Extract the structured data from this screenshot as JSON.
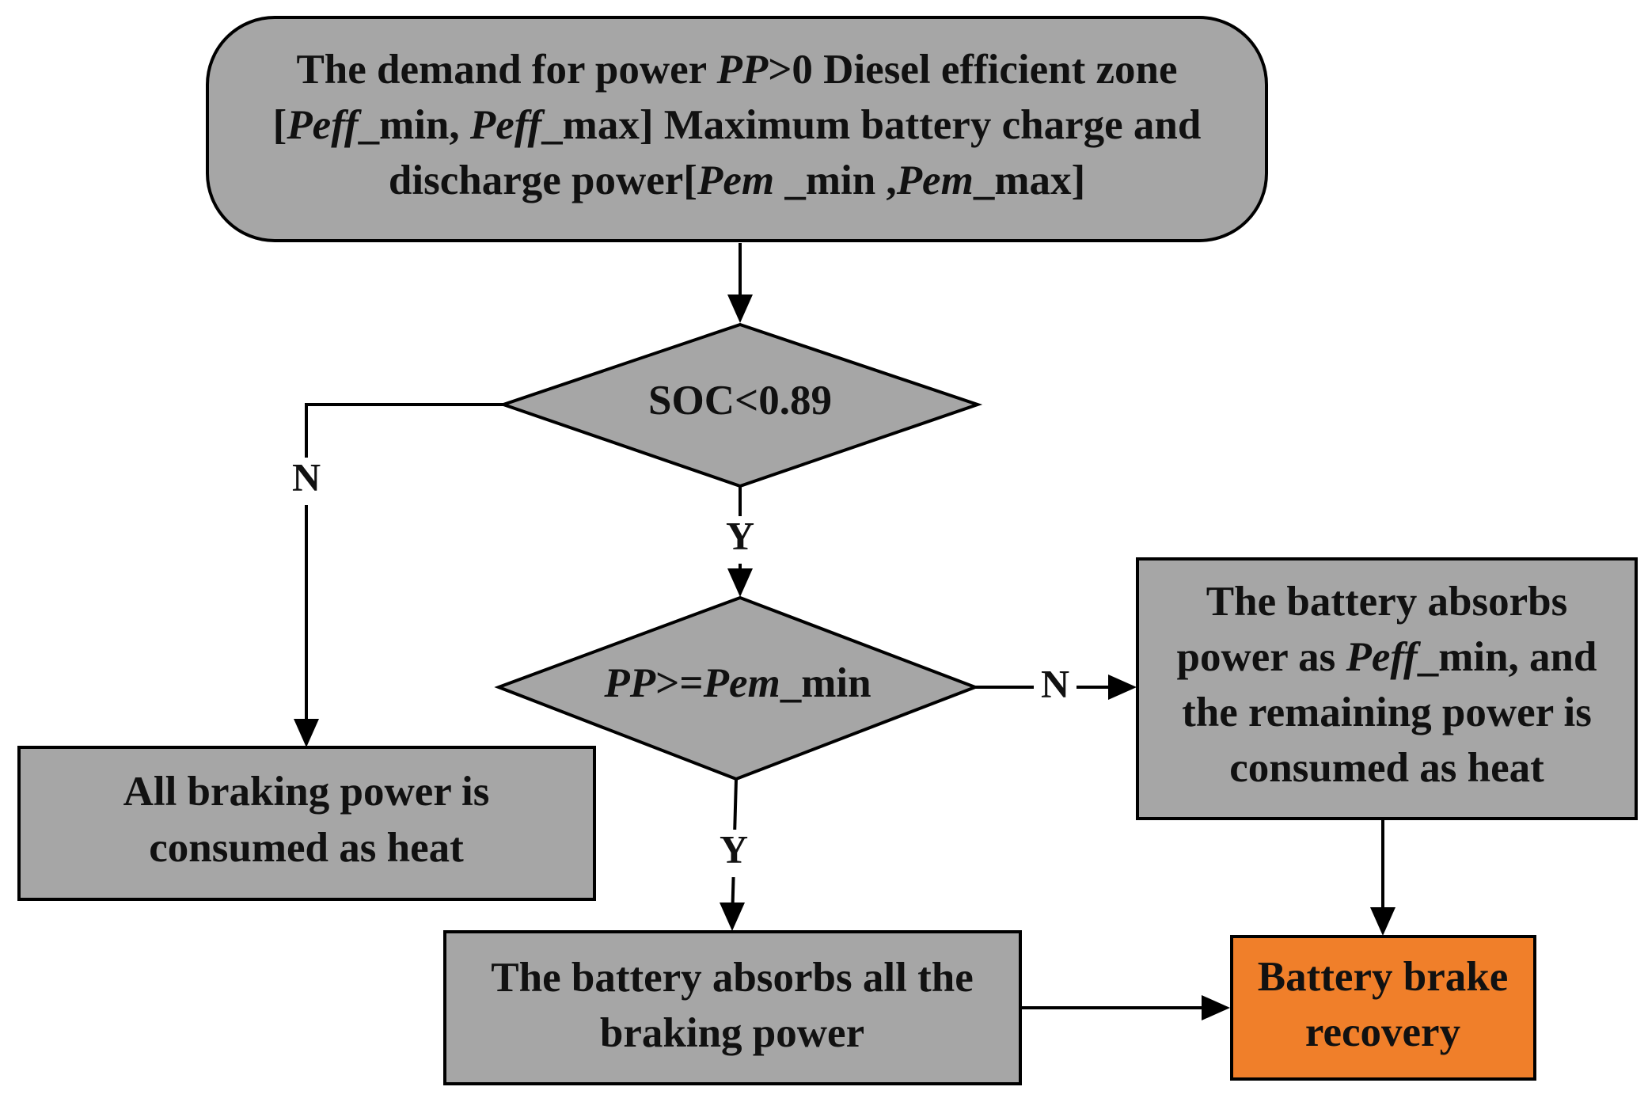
{
  "colors": {
    "node_fill": "#a6a6a6",
    "highlight_fill": "#f07f2a",
    "line": "#000000"
  },
  "nodes": {
    "start": {
      "lines": [
        [
          {
            "t": "The demand for power "
          },
          {
            "t": "PP",
            "i": true
          },
          {
            "t": ">0 Diesel efficient zone"
          }
        ],
        [
          {
            "t": "["
          },
          {
            "t": "Peff",
            "i": true
          },
          {
            "t": "_min, "
          },
          {
            "t": "Peff",
            "i": true
          },
          {
            "t": "_max] Maximum battery charge and"
          }
        ],
        [
          {
            "t": "discharge power["
          },
          {
            "t": "Pem",
            "i": true
          },
          {
            "t": " _min ,"
          },
          {
            "t": "Pem",
            "i": true
          },
          {
            "t": "_max]"
          }
        ]
      ]
    },
    "decision_soc": {
      "lines": [
        [
          {
            "t": "SOC<0.89"
          }
        ]
      ]
    },
    "decision_pp": {
      "lines": [
        [
          {
            "t": "PP",
            "i": true
          },
          {
            "t": ">="
          },
          {
            "t": "Pem",
            "i": true
          },
          {
            "t": "_min"
          }
        ]
      ]
    },
    "heat_all": {
      "lines": [
        [
          {
            "t": "All braking power is"
          }
        ],
        [
          {
            "t": "consumed as heat"
          }
        ]
      ]
    },
    "partial": {
      "lines": [
        [
          {
            "t": "The battery absorbs"
          }
        ],
        [
          {
            "t": "power as "
          },
          {
            "t": "Peff",
            "i": true
          },
          {
            "t": "_min, and"
          }
        ],
        [
          {
            "t": "the remaining power is"
          }
        ],
        [
          {
            "t": "consumed as heat"
          }
        ]
      ]
    },
    "absorb_all": {
      "lines": [
        [
          {
            "t": "The battery absorbs all the"
          }
        ],
        [
          {
            "t": "braking power"
          }
        ]
      ]
    },
    "recovery": {
      "lines": [
        [
          {
            "t": "Battery brake"
          }
        ],
        [
          {
            "t": "recovery"
          }
        ]
      ]
    }
  },
  "edge_labels": {
    "soc_no": "N",
    "soc_yes": "Y",
    "pp_no": "N",
    "pp_yes": "Y"
  }
}
